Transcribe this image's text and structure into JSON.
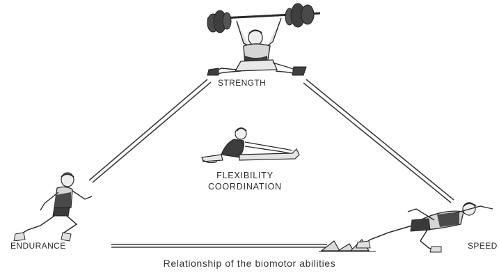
{
  "diagram": {
    "vertices": {
      "top": "STRENGTH",
      "left": "ENDURANCE",
      "right": "SPEED"
    },
    "center": {
      "line1": "FLEXIBILITY",
      "line2": "COORDINATION"
    },
    "caption": "Relationship of the biomotor abilities",
    "colors": {
      "ink": "#2a2a2a",
      "skin": "#d9d9d9",
      "shirt": "#3c3c3c",
      "weight": "#4a4a4a"
    },
    "icons": {
      "top": "weightlifter-icon",
      "left": "runner-icon",
      "right": "sprinter-icon",
      "center": "seated-stretch-icon"
    }
  }
}
